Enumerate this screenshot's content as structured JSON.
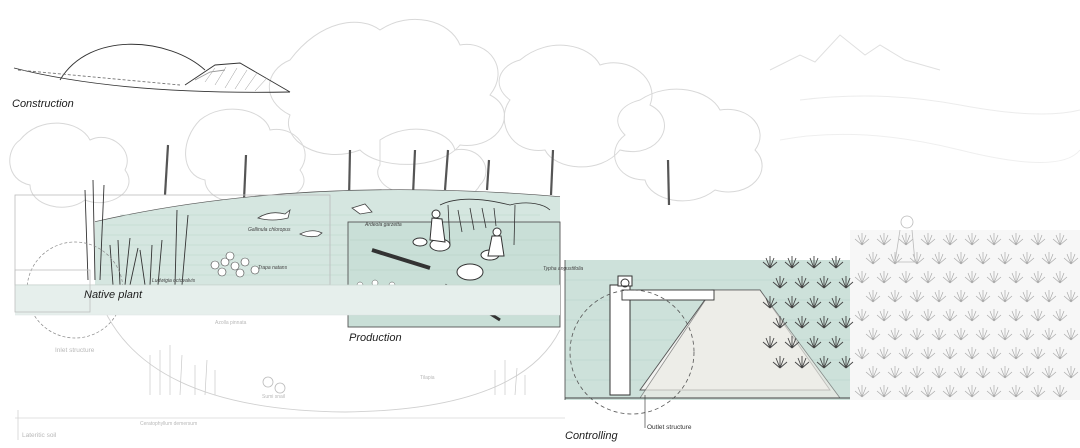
{
  "sections": {
    "construction": "Construction",
    "native_plant": "Native plant",
    "production": "Production",
    "controlling": "Controlling"
  },
  "structures": {
    "inlet": "Inlet structure",
    "outlet": "Outlet structure",
    "soil": "Lateritic soil"
  },
  "species": {
    "gallinula": "Gallinula chloropus",
    "trapa": "Trapa natans",
    "ludwigia": "Ludwigia octovalvis",
    "ardeola": "Ardeola garzetta",
    "typha": "Typha angustifolia",
    "azolla": "Azolla pinnata",
    "snail": "Sumi snail",
    "tilapia": "Tilapia",
    "ceratophyllum": "Ceratophyllum demersum"
  },
  "colors": {
    "water": "#cfe2dc",
    "water_strong": "#b9d5cc",
    "line": "#444444",
    "faint_line": "#c8c8c8"
  }
}
